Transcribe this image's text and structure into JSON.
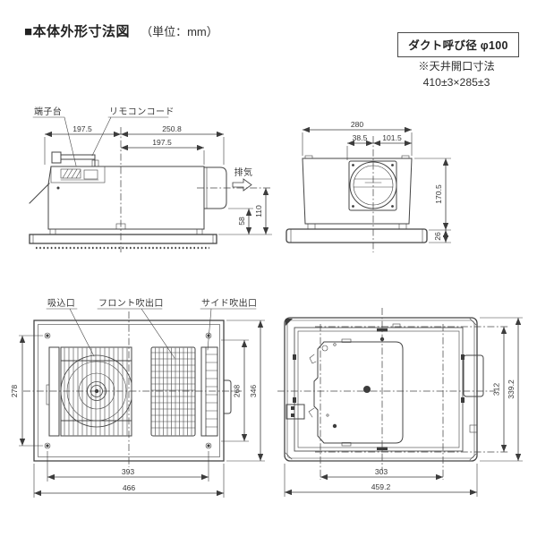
{
  "page": {
    "title": "■本体外形寸法図",
    "unit_label": "（単位：mm）",
    "duct_badge": "ダクト呼び径 φ100",
    "ceiling_note_line1": "※天井開口寸法",
    "ceiling_note_line2": "410±3×285±3"
  },
  "side_view": {
    "label_terminal_block": "端子台",
    "label_remote_cord": "リモコンコード",
    "label_exhaust": "排気",
    "dim_left_to_center": "197.5",
    "dim_center_to_duct_end": "250.8",
    "dim_center_to_body_end": "197.5",
    "dim_duct_center_height": "110",
    "dim_duct_bottom_height": "58"
  },
  "rear_view": {
    "dim_body_width": "280",
    "dim_center_offset": "38.5",
    "dim_center_to_edge": "101.5",
    "dim_body_height": "170.5",
    "dim_panel_height": "26"
  },
  "bottom_view": {
    "label_suction_inlet": "吸込口",
    "label_front_outlet": "フロント吹出口",
    "label_side_outlet": "サイド吹出口",
    "dim_grille_height": "278",
    "dim_inner_height": "268",
    "dim_panel_height": "346",
    "dim_inner_width": "393",
    "dim_panel_width": "466"
  },
  "top_view": {
    "dim_inner_height": "312",
    "dim_body_height": "339.2",
    "dim_inner_width": "303",
    "dim_body_width": "459.2"
  },
  "colors": {
    "line": "#444444",
    "text": "#373737",
    "background": "#ffffff"
  }
}
